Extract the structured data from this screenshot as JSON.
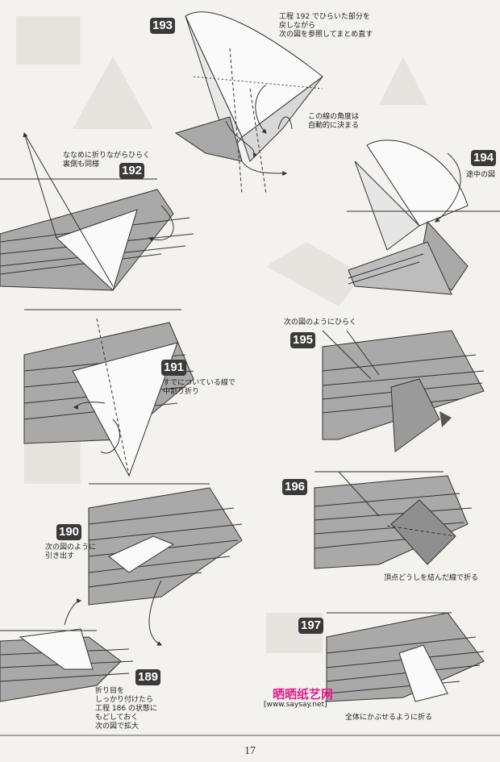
{
  "steps": [
    {
      "id": "193",
      "number": "193",
      "note": "工程 192 でひらいた部分を\n戻しながら\n次の図を参照してまとめ直す"
    },
    {
      "id": "193b",
      "number": "",
      "note": "この線の角度は\n自動的に決まる"
    },
    {
      "id": "194",
      "number": "194",
      "note": "途中の図"
    },
    {
      "id": "192",
      "number": "192",
      "note": "ななめに折りながらひらく\n裏側も同様"
    },
    {
      "id": "195",
      "number": "195",
      "note": "次の図のようにひらく"
    },
    {
      "id": "191",
      "number": "191",
      "note": "すでについている線で\n中割り折り"
    },
    {
      "id": "196",
      "number": "196",
      "note": ""
    },
    {
      "id": "190",
      "number": "190",
      "note": "次の図のように\n引き出す"
    },
    {
      "id": "196b",
      "number": "",
      "note": "頂点どうしを結んだ線で折る"
    },
    {
      "id": "197",
      "number": "197",
      "note": ""
    },
    {
      "id": "189",
      "number": "189",
      "note": "折り目を\nしっかり付けたら\n工程 186 の状態に\nもどしておく\n次の図で拡大"
    },
    {
      "id": "197b",
      "number": "",
      "note": "全体にかぶせるように折る"
    }
  ],
  "page_number": "17",
  "watermark": {
    "brand": "晒晒纸艺网",
    "url": "[www.saysay.net]"
  },
  "colors": {
    "paper": "#f4f2ef",
    "ink": "#333333",
    "fill_dark": "#a9a9a9",
    "fill_light": "#fafafa",
    "brand": "#e0208a"
  }
}
